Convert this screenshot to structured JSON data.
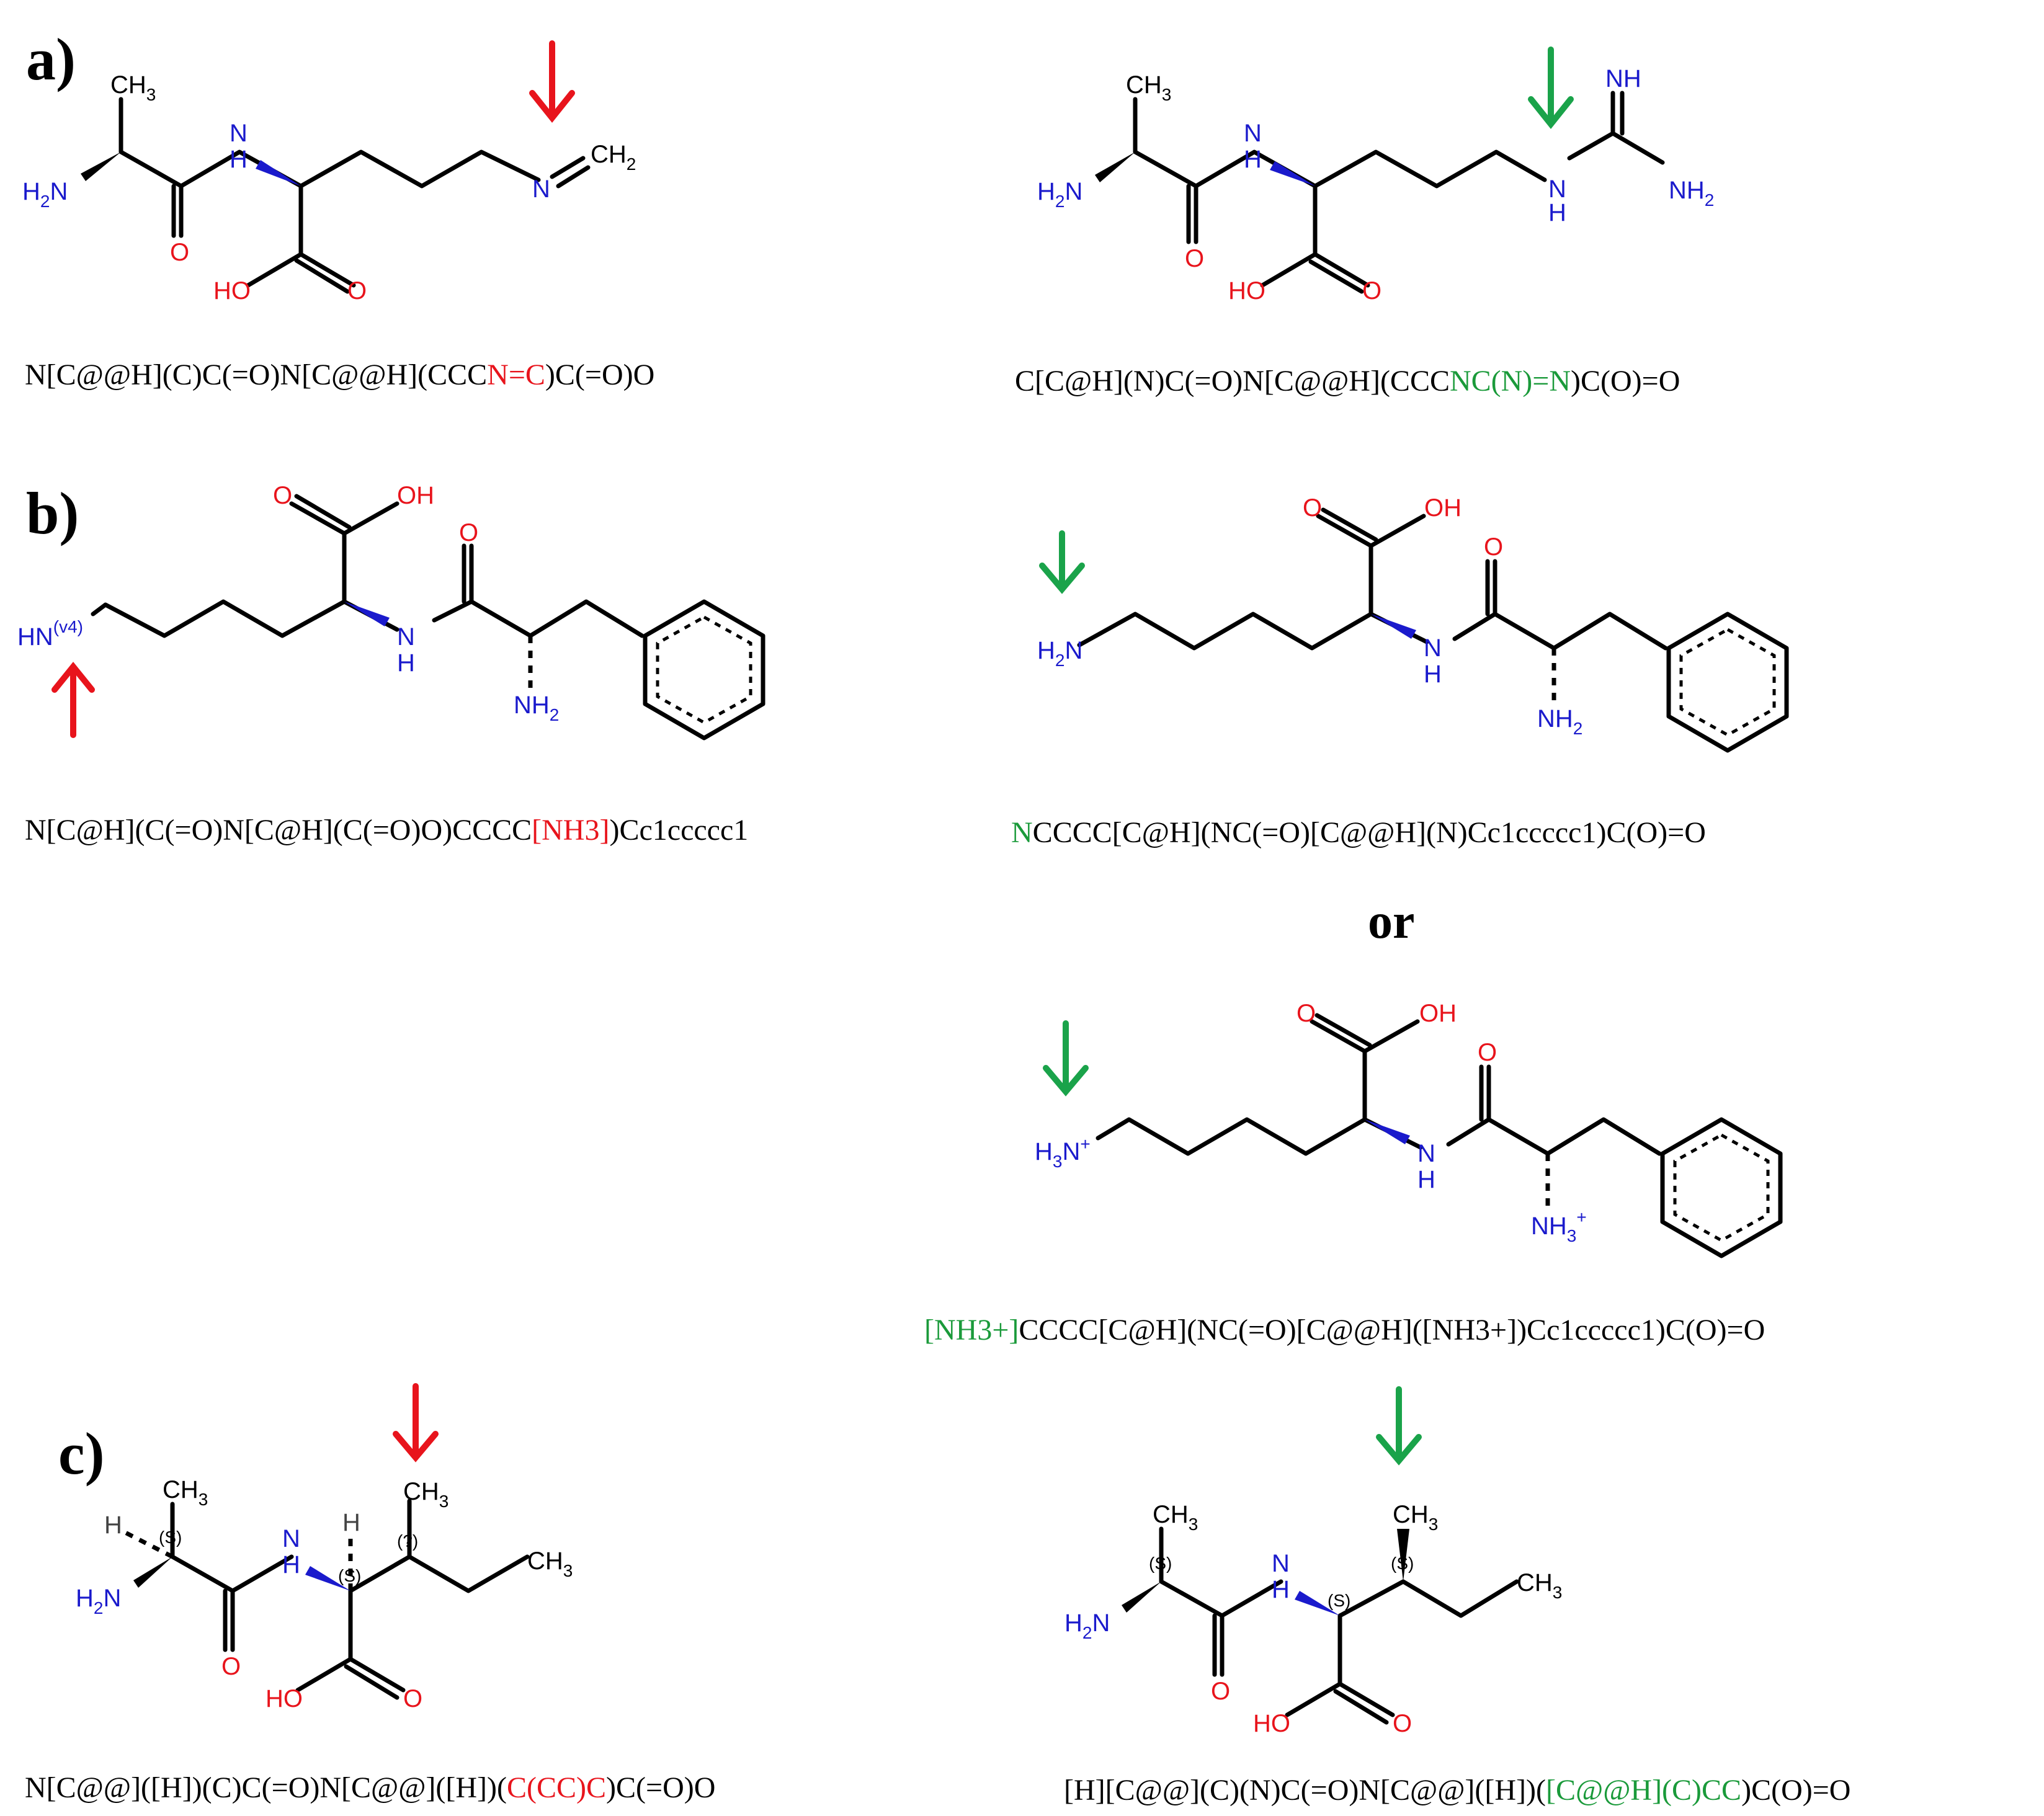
{
  "panels": {
    "a": "a)",
    "b": "b)",
    "c": "c)"
  },
  "or_text": "or",
  "smiles": {
    "a_left": {
      "pre": "N[C@@H](C)C(=O)N[C@@H](CCC",
      "hl": "N=C",
      "post": ")C(=O)O"
    },
    "a_right": {
      "pre": "C[C@H](N)C(=O)N[C@@H](CCC",
      "hl": "NC(N)=N",
      "post": ")C(O)=O"
    },
    "b_left": {
      "pre": "N[C@H](C(=O)N[C@H](C(=O)O)CCCC",
      "hl": "[NH3]",
      "post": ")Cc1ccccc1"
    },
    "b_right1": {
      "pre": "",
      "hl": "N",
      "post": "CCCC[C@H](NC(=O)[C@@H](N)Cc1ccccc1)C(O)=O"
    },
    "b_right2": {
      "pre": "",
      "hl": "[NH3+]",
      "post": "CCCC[C@H](NC(=O)[C@@H]([NH3+])Cc1ccccc1)C(O)=O"
    },
    "c_left": {
      "pre": "N[C@@]([H])(C)C(=O)N[C@@]([H])(",
      "hl": "C(CC)C",
      "post": ")C(=O)O"
    },
    "c_right": {
      "pre": "[H][C@@](C)(N)C(=O)N[C@@]([H])(",
      "hl": "[C@@H](C)CC",
      "post": ")C(O)=O"
    }
  },
  "atom_labels": {
    "ch3": "CH",
    "sub3": "3",
    "h2n": "H",
    "sub2": "2",
    "n": "N",
    "h": "H",
    "o": "O",
    "ho": "HO",
    "oh": "OH",
    "ch2": "CH",
    "nh": "NH",
    "hn_v4": "HN",
    "v4": "(v4)",
    "plus": "+",
    "s": "(S)",
    "q": "(?)"
  },
  "colors": {
    "red": "#e8141c",
    "green": "#1aa34a",
    "blue": "#1a1acc"
  }
}
